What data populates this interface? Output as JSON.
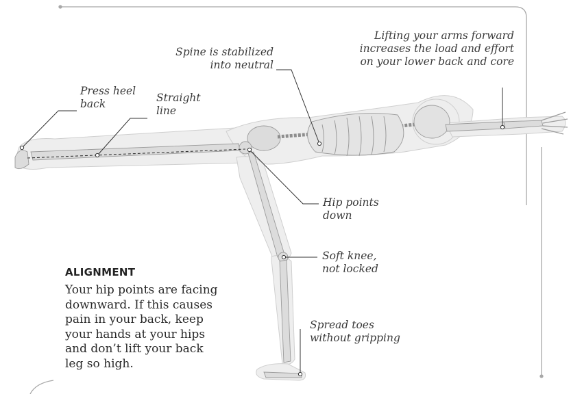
{
  "labels": {
    "press_heel": [
      "Press heel",
      "back"
    ],
    "straight_line": [
      "Straight",
      "line"
    ],
    "spine": [
      "Spine is stabilized",
      "into neutral"
    ],
    "arms": [
      "Lifting your arms forward",
      "increases the load and effort",
      "on your lower back and core"
    ],
    "hip": [
      "Hip points",
      "down"
    ],
    "knee": [
      "Soft knee,",
      "not locked"
    ],
    "toes": [
      "Spread toes",
      "without gripping"
    ]
  },
  "alignment": {
    "heading": "ALIGNMENT",
    "lines": [
      "Your hip points are facing",
      "downward. If this causes",
      "pain in your back, keep",
      "your hands at your hips",
      "and don’t lift your back",
      "leg so high."
    ]
  },
  "colors": {
    "frame": "#a8a8a8",
    "leader": "#333333",
    "body_fill": "#eeeeee",
    "bone_fill": "#dcdcdc",
    "text": "#3a3a3a"
  }
}
